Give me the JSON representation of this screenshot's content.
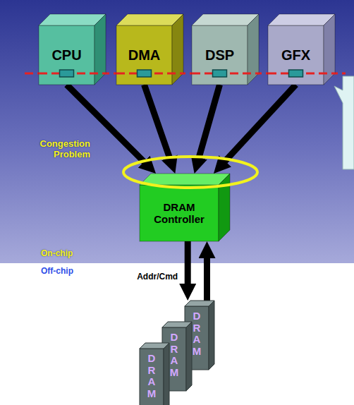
{
  "diagram": {
    "nodes": [
      {
        "text": [
          "CPU"
        ]
      },
      {
        "text": [
          "DMA"
        ]
      },
      {
        "text": [
          "DSP"
        ]
      },
      {
        "text": [
          "GFX"
        ]
      },
      {
        "text": [
          "DRAM Controller"
        ]
      },
      {
        "text": [
          "DRAM"
        ]
      },
      {
        "text": [
          "DRAM"
        ]
      },
      {
        "text": [
          "DRAM"
        ]
      }
    ],
    "edges": [
      {
        "from": 0,
        "to": 4,
        "arrow": "to"
      },
      {
        "from": 1,
        "to": 4,
        "arrow": "to"
      },
      {
        "from": 2,
        "to": 4,
        "arrow": "to"
      },
      {
        "from": 3,
        "to": 4,
        "arrow": "to"
      },
      {
        "from": 4,
        "to": 5,
        "arrow": "to",
        "label": "Addr/Cmd"
      },
      {
        "from": 5,
        "to": 4,
        "arrow": "to"
      }
    ],
    "labels": [
      "Congestion Problem",
      "On-chip",
      "Off-chip"
    ]
  }
}
